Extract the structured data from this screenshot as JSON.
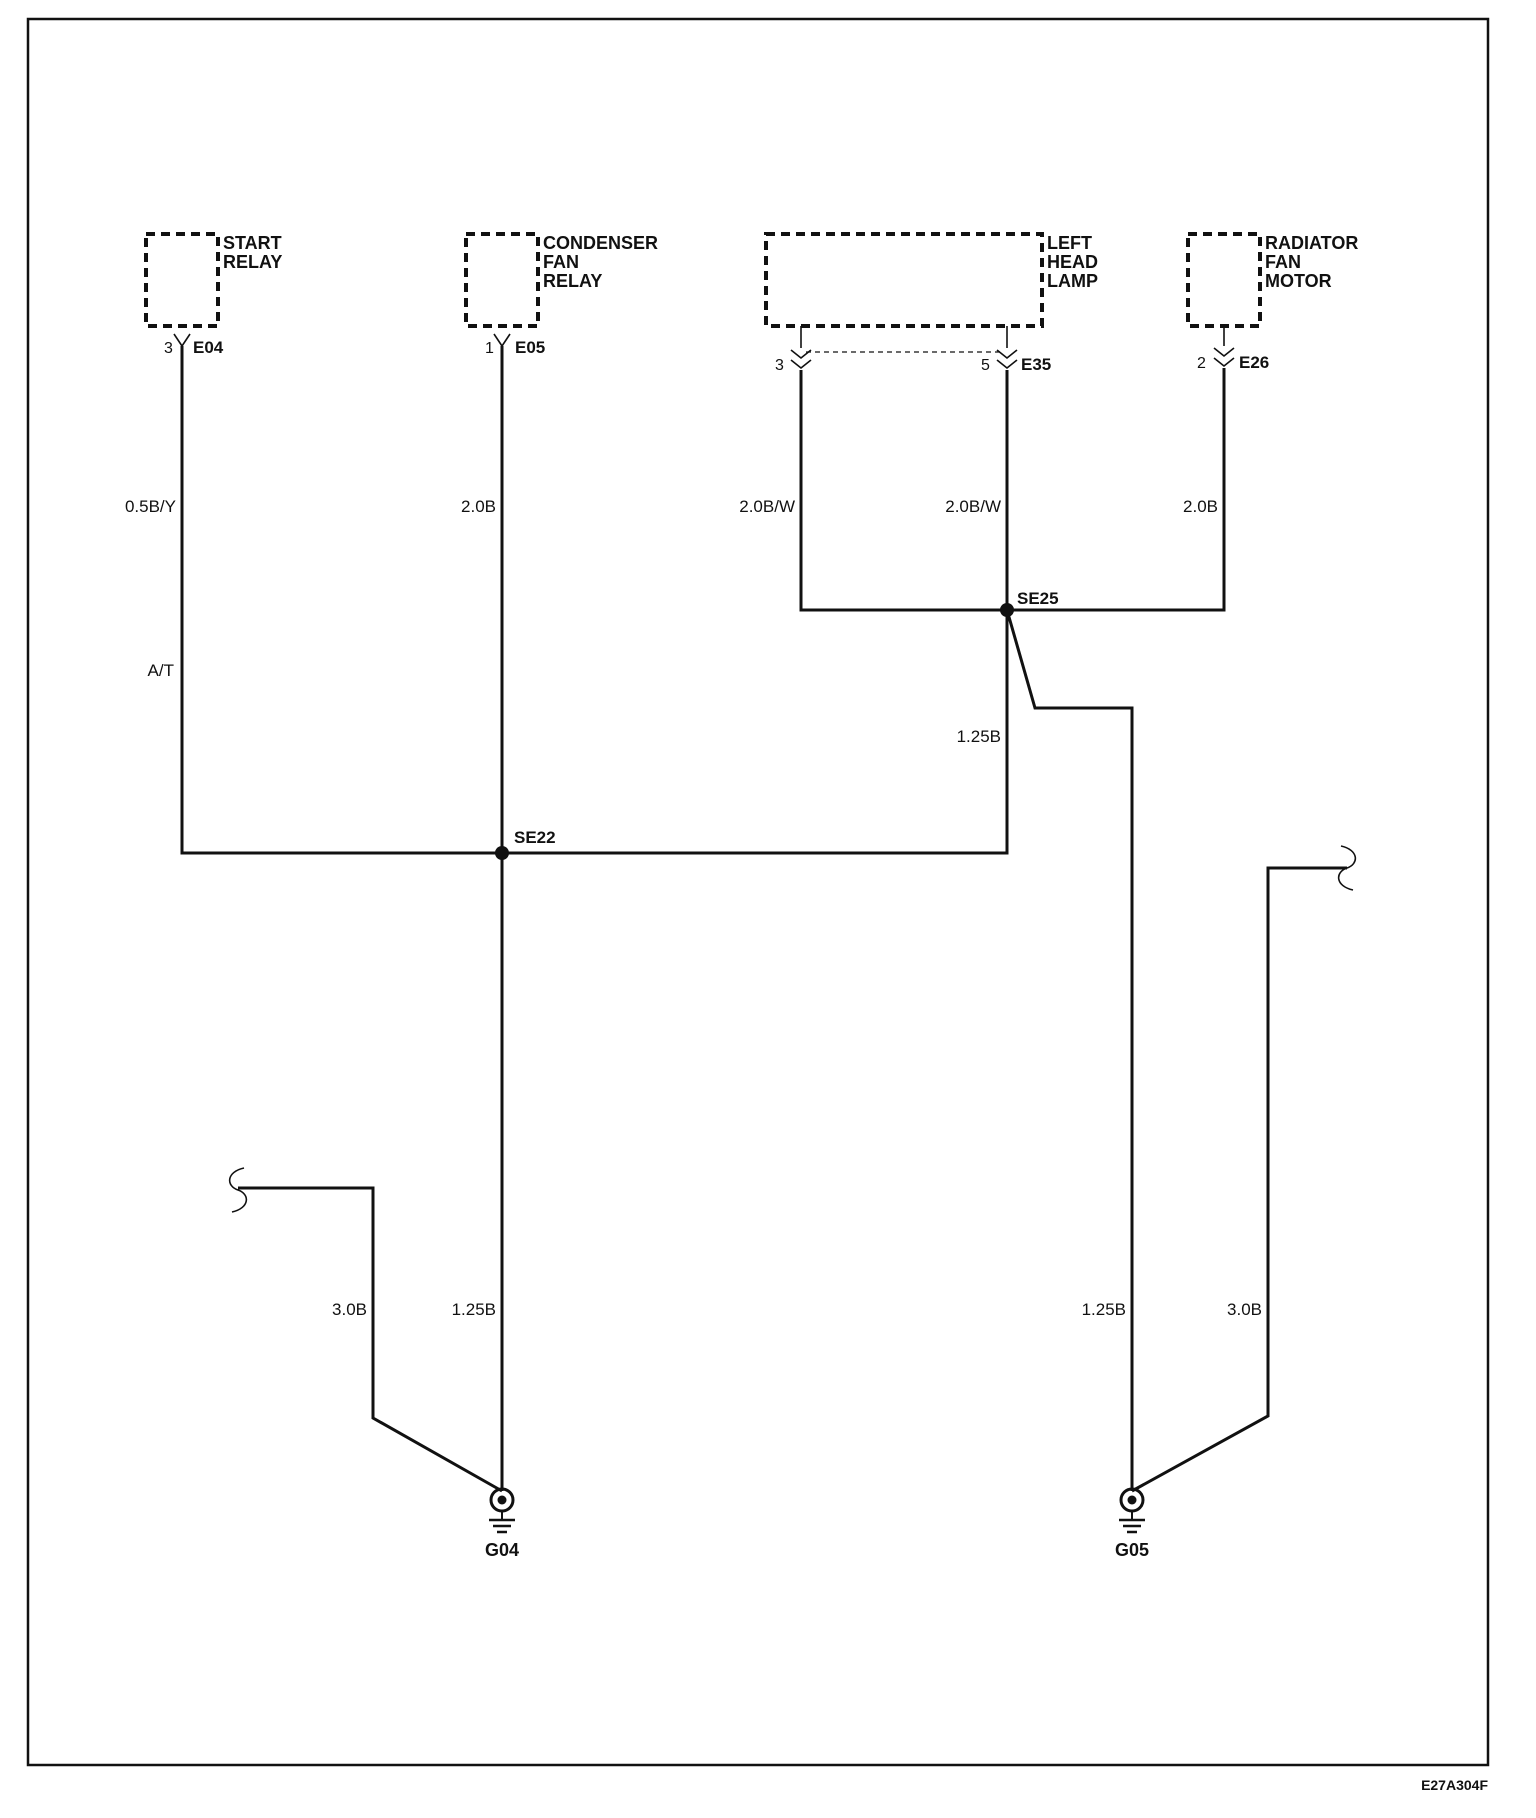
{
  "components": {
    "start_relay": [
      "START",
      "RELAY"
    ],
    "condenser_fan_relay": [
      "CONDENSER",
      "FAN",
      "RELAY"
    ],
    "left_head_lamp": [
      "LEFT",
      "HEAD",
      "LAMP"
    ],
    "radiator_fan_motor": [
      "RADIATOR",
      "FAN",
      "MOTOR"
    ]
  },
  "connectors": {
    "e04": {
      "name": "E04",
      "pin": "3"
    },
    "e05": {
      "name": "E05",
      "pin": "1"
    },
    "e35": {
      "name": "E35",
      "pin_left": "3",
      "pin_right": "5"
    },
    "e26": {
      "name": "E26",
      "pin": "2"
    }
  },
  "wires": {
    "start_relay": "0.5B/Y",
    "start_relay_option": "A/T",
    "condenser": "2.0B",
    "lamp_left": "2.0B/W",
    "lamp_right": "2.0B/W",
    "radiator": "2.0B",
    "se25_to_se22": "1.25B",
    "se22_to_g04": "1.25B",
    "g04_extra": "3.0B",
    "se25_to_g05": "1.25B",
    "g05_extra": "3.0B"
  },
  "splices": {
    "se22": "SE22",
    "se25": "SE25"
  },
  "grounds": {
    "g04": "G04",
    "g05": "G05"
  },
  "figure_code": "E27A304F"
}
